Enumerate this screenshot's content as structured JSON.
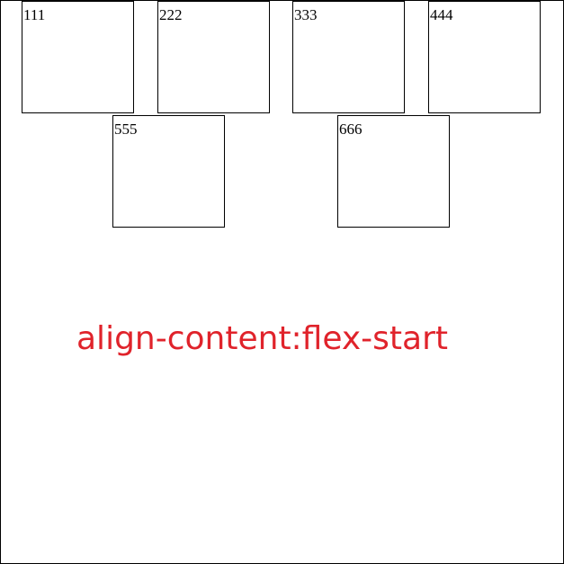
{
  "boxes": [
    {
      "label": "111"
    },
    {
      "label": "222"
    },
    {
      "label": "333"
    },
    {
      "label": "444"
    },
    {
      "label": "555"
    },
    {
      "label": "666"
    }
  ],
  "caption": "align-content:flex-start",
  "colors": {
    "caption": "#e0232b",
    "border": "#000000",
    "background": "#ffffff"
  }
}
